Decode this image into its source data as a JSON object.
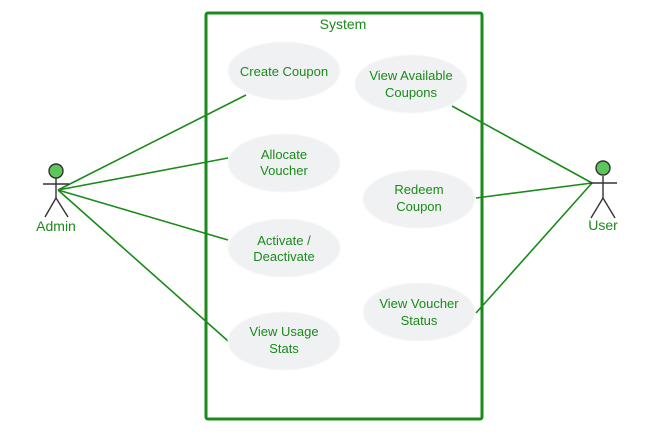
{
  "diagram": {
    "type": "uml-use-case",
    "colors": {
      "line": "#1a8a1a",
      "text": "#1a8a1a",
      "usecase_fill": "#f0f1f2",
      "actor_head": "#5cc65c",
      "actor_body": "#333333"
    },
    "system": {
      "title": "System"
    },
    "actors": [
      {
        "id": "admin",
        "label": "Admin"
      },
      {
        "id": "user",
        "label": "User"
      }
    ],
    "use_cases": [
      {
        "id": "create-coupon",
        "lines": [
          "Create Coupon"
        ]
      },
      {
        "id": "allocate-voucher",
        "lines": [
          "Allocate",
          "Voucher"
        ]
      },
      {
        "id": "activate-deactivate",
        "lines": [
          "Activate /",
          "Deactivate"
        ]
      },
      {
        "id": "view-usage-stats",
        "lines": [
          "View Usage",
          "Stats"
        ]
      },
      {
        "id": "view-available-coupons",
        "lines": [
          "View Available",
          "Coupons"
        ]
      },
      {
        "id": "redeem-coupon",
        "lines": [
          "Redeem",
          "Coupon"
        ]
      },
      {
        "id": "view-voucher-status",
        "lines": [
          "View Voucher",
          "Status"
        ]
      }
    ],
    "associations": [
      {
        "actor": "admin",
        "use_case": "create-coupon"
      },
      {
        "actor": "admin",
        "use_case": "allocate-voucher"
      },
      {
        "actor": "admin",
        "use_case": "activate-deactivate"
      },
      {
        "actor": "admin",
        "use_case": "view-usage-stats"
      },
      {
        "actor": "user",
        "use_case": "view-available-coupons"
      },
      {
        "actor": "user",
        "use_case": "redeem-coupon"
      },
      {
        "actor": "user",
        "use_case": "view-voucher-status"
      }
    ]
  }
}
